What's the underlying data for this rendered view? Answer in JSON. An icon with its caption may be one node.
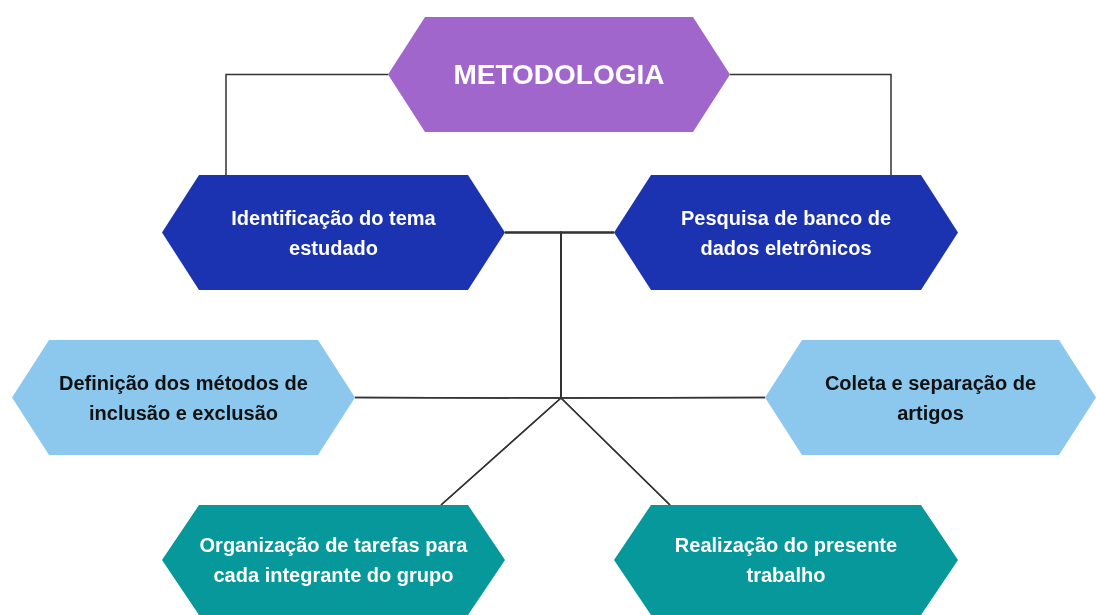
{
  "diagram": {
    "nodes": [
      {
        "text": [
          "METODOLOGIA"
        ]
      },
      {
        "text": [
          "Identificação do tema estudado"
        ]
      },
      {
        "text": [
          "Pesquisa de banco de dados eletrônicos"
        ]
      },
      {
        "text": [
          "Definição dos métodos de inclusão e exclusão"
        ]
      },
      {
        "text": [
          "Coleta e separação de artigos"
        ]
      },
      {
        "text": [
          "Organização de tarefas para cada integrante do grupo"
        ]
      },
      {
        "text": [
          "Realização do presente trabalho"
        ]
      }
    ],
    "edges": [
      {
        "from": 0,
        "to": 1,
        "arrow": "none"
      },
      {
        "from": 0,
        "to": 2,
        "arrow": "none"
      },
      {
        "from": 1,
        "to": 2,
        "arrow": "none"
      },
      {
        "from": 1,
        "to": 3,
        "arrow": "none"
      },
      {
        "from": 1,
        "to": 4,
        "arrow": "none"
      },
      {
        "from": 1,
        "to": 5,
        "arrow": "none"
      },
      {
        "from": 1,
        "to": 6,
        "arrow": "none"
      },
      {
        "from": 2,
        "to": 3,
        "arrow": "none"
      },
      {
        "from": 2,
        "to": 4,
        "arrow": "none"
      },
      {
        "from": 2,
        "to": 5,
        "arrow": "none"
      },
      {
        "from": 2,
        "to": 6,
        "arrow": "none"
      }
    ]
  }
}
